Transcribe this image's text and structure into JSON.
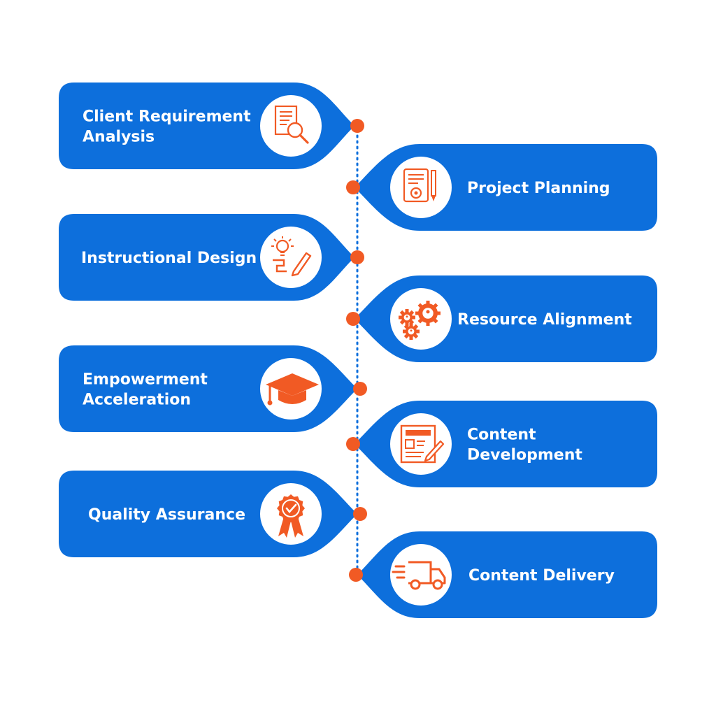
{
  "colors": {
    "card": "#0D6FDC",
    "accent": "#F15A24",
    "icon_bg": "#ffffff",
    "connector": "#0D6FDC"
  },
  "steps": [
    {
      "lines": [
        "Client Requirement",
        "Analysis"
      ],
      "icon": "document-search-icon"
    },
    {
      "lines": [
        "Project Planning"
      ],
      "icon": "planning-document-icon"
    },
    {
      "lines": [
        "Instructional Design"
      ],
      "icon": "idea-pencil-icon"
    },
    {
      "lines": [
        "Resource Alignment"
      ],
      "icon": "people-gears-icon"
    },
    {
      "lines": [
        "Empowerment",
        "Acceleration"
      ],
      "icon": "graduation-cap-icon"
    },
    {
      "lines": [
        "Content",
        "Development"
      ],
      "icon": "content-editing-icon"
    },
    {
      "lines": [
        "Quality Assurance"
      ],
      "icon": "quality-badge-icon"
    },
    {
      "lines": [
        "Content Delivery"
      ],
      "icon": "delivery-truck-icon"
    }
  ]
}
